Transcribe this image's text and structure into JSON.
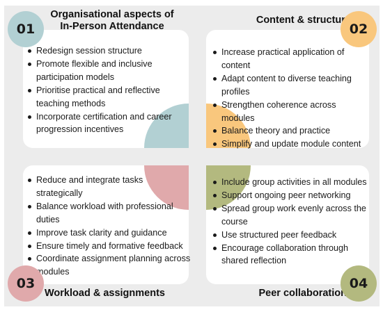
{
  "colors": {
    "teal": "#b2d0d3",
    "orange": "#f9c77d",
    "pink": "#e0a9ab",
    "olive": "#b3b97f",
    "background": "#ececec"
  },
  "quadrants": [
    {
      "number": "01",
      "title_lines": [
        "Organisational aspects of",
        "In-Person Attendance"
      ],
      "items": [
        "Redesign session structure",
        "Promote flexible and inclusive participation models",
        "Prioritise practical and reflective teaching methods",
        "Incorporate certification and career progression incentives"
      ]
    },
    {
      "number": "02",
      "title_lines": [
        "Content & structure"
      ],
      "items": [
        "Increase practical application of content",
        "Adapt content to diverse teaching profiles",
        "Strengthen coherence across modules",
        "Balance theory and practice",
        "Simplify and update module content"
      ]
    },
    {
      "number": "03",
      "title_lines": [
        "Workload & assignments"
      ],
      "items": [
        "Reduce and integrate tasks strategically",
        "Balance workload with professional duties",
        "Improve task clarity and guidance",
        "Ensure timely and formative feedback",
        "Coordinate assignment planning across modules"
      ]
    },
    {
      "number": "04",
      "title_lines": [
        "Peer collaboration"
      ],
      "items": [
        "Include group activities in all modules",
        "Support ongoing peer networking",
        "Spread group work evenly across the course",
        "Use structured peer feedback",
        "Encourage collaboration through shared reflection"
      ]
    }
  ]
}
